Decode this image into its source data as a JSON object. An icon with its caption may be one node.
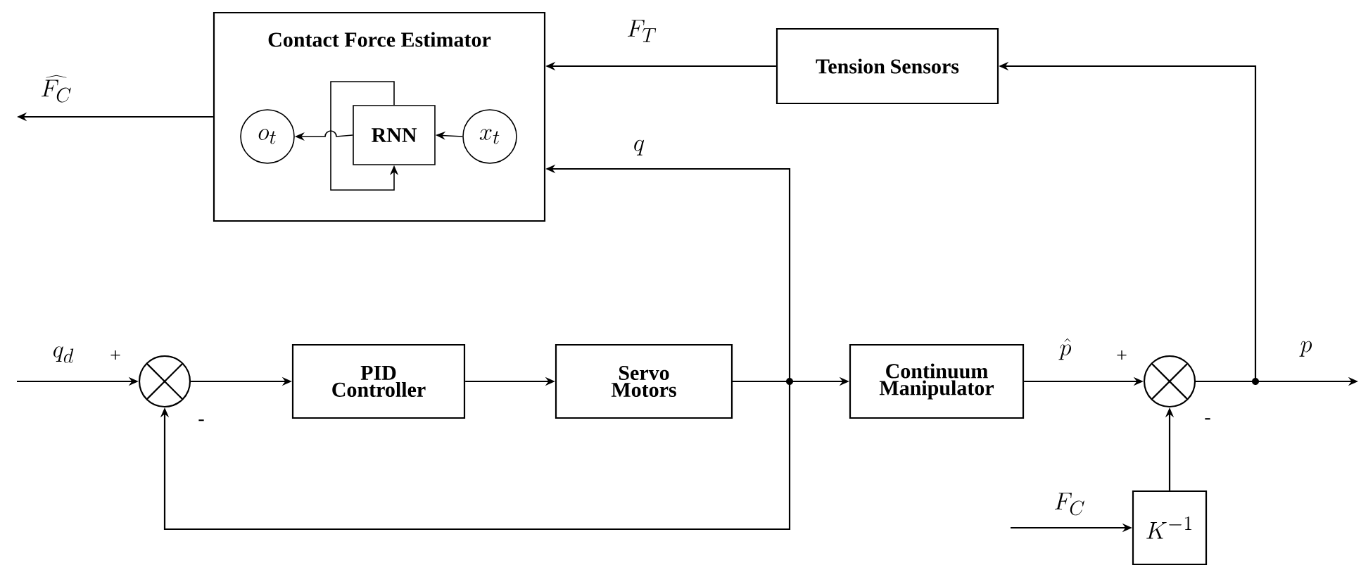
{
  "diagram": {
    "nodes": [
      {
        "text": [
          "Contact Force Estimator"
        ]
      },
      {
        "text": [
          "o_t"
        ],
        "in": 0
      },
      {
        "text": [
          "RNN"
        ],
        "in": 0
      },
      {
        "text": [
          "x_t"
        ],
        "in": 0
      },
      {
        "text": [
          "Tension Sensors"
        ]
      },
      {
        "text": [],
        "shape": "circle"
      },
      {
        "text": [
          "PID Controller"
        ]
      },
      {
        "text": [
          "Servo Motors"
        ]
      },
      {
        "text": [
          "Continuum Manipulator"
        ]
      },
      {
        "text": [],
        "shape": "circle"
      },
      {
        "text": [
          "K^{-1}"
        ]
      }
    ],
    "edges": [
      {
        "from": null,
        "to": 5,
        "arrow": "to",
        "label": "q_d"
      },
      {
        "from": 5,
        "to": 6,
        "arrow": "to"
      },
      {
        "from": 6,
        "to": 7,
        "arrow": "to"
      },
      {
        "from": 7,
        "to": 8,
        "arrow": "to"
      },
      {
        "from": 7,
        "to": 0,
        "arrow": "to",
        "label": "q"
      },
      {
        "from": 7,
        "to": 5,
        "arrow": "to"
      },
      {
        "from": 8,
        "to": 9,
        "arrow": "to",
        "label": "\\hat{p}"
      },
      {
        "from": 9,
        "to": null,
        "arrow": "to",
        "label": "p"
      },
      {
        "from": 9,
        "to": 4,
        "arrow": "to"
      },
      {
        "from": 4,
        "to": 0,
        "arrow": "to",
        "label": "F_T"
      },
      {
        "from": 0,
        "to": null,
        "arrow": "to",
        "label": "\\widehat{F_C}"
      },
      {
        "from": null,
        "to": 10,
        "arrow": "to",
        "label": "F_C"
      },
      {
        "from": 10,
        "to": 9,
        "arrow": "to"
      },
      {
        "from": 3,
        "to": 2,
        "arrow": "to"
      },
      {
        "from": 2,
        "to": 1,
        "arrow": "to"
      },
      {
        "from": 2,
        "to": 2,
        "arrow": "to"
      }
    ],
    "labels": [
      "+",
      "-",
      "+",
      "-"
    ]
  }
}
